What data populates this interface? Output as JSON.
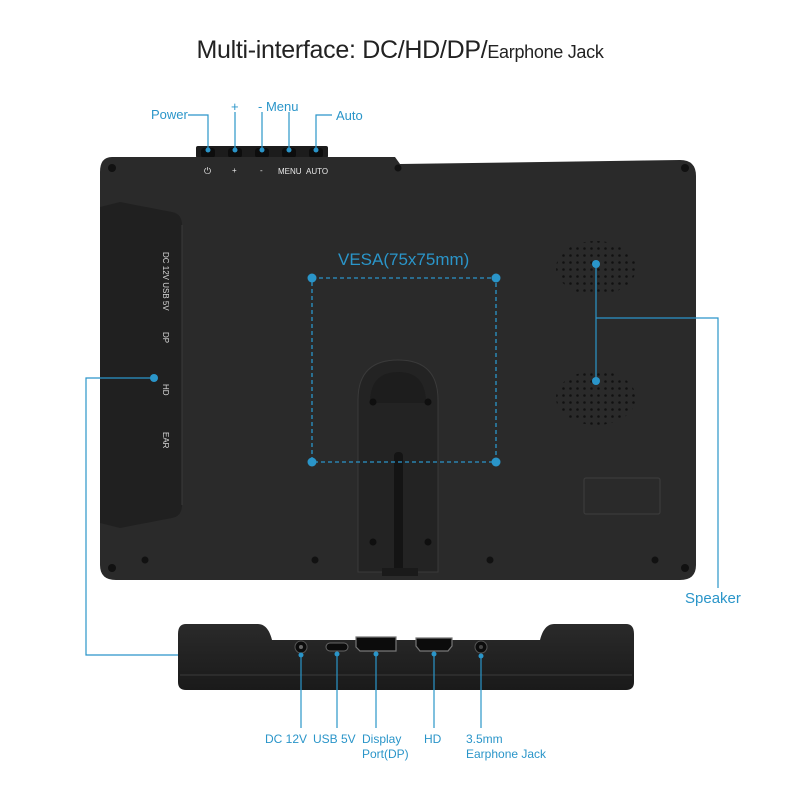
{
  "title": {
    "main": "Multi-interface: DC/HD/DP/",
    "tail": "Earphone Jack"
  },
  "top_callouts": {
    "power": "Power",
    "plus": "+",
    "minus": "- Menu",
    "auto": "Auto"
  },
  "button_labels": {
    "power": "⏻",
    "plus": "+",
    "minus": "-",
    "menu": "MENU",
    "auto": "AUTO"
  },
  "side_ports": [
    "DC 12V USB 5V",
    "DP",
    "HD",
    "EAR"
  ],
  "vesa_label": "VESA(75x75mm)",
  "speaker_label": "Speaker",
  "bottom_ports": {
    "dc": "DC 12V",
    "usb": "USB 5V",
    "dp_line1": "Display",
    "dp_line2": "Port(DP)",
    "hd": "HD",
    "ear_line1": "3.5mm",
    "ear_line2": "Earphone Jack"
  },
  "colors": {
    "accent": "#2a95c9",
    "device": "#2b2b2b",
    "text": "#222222"
  }
}
